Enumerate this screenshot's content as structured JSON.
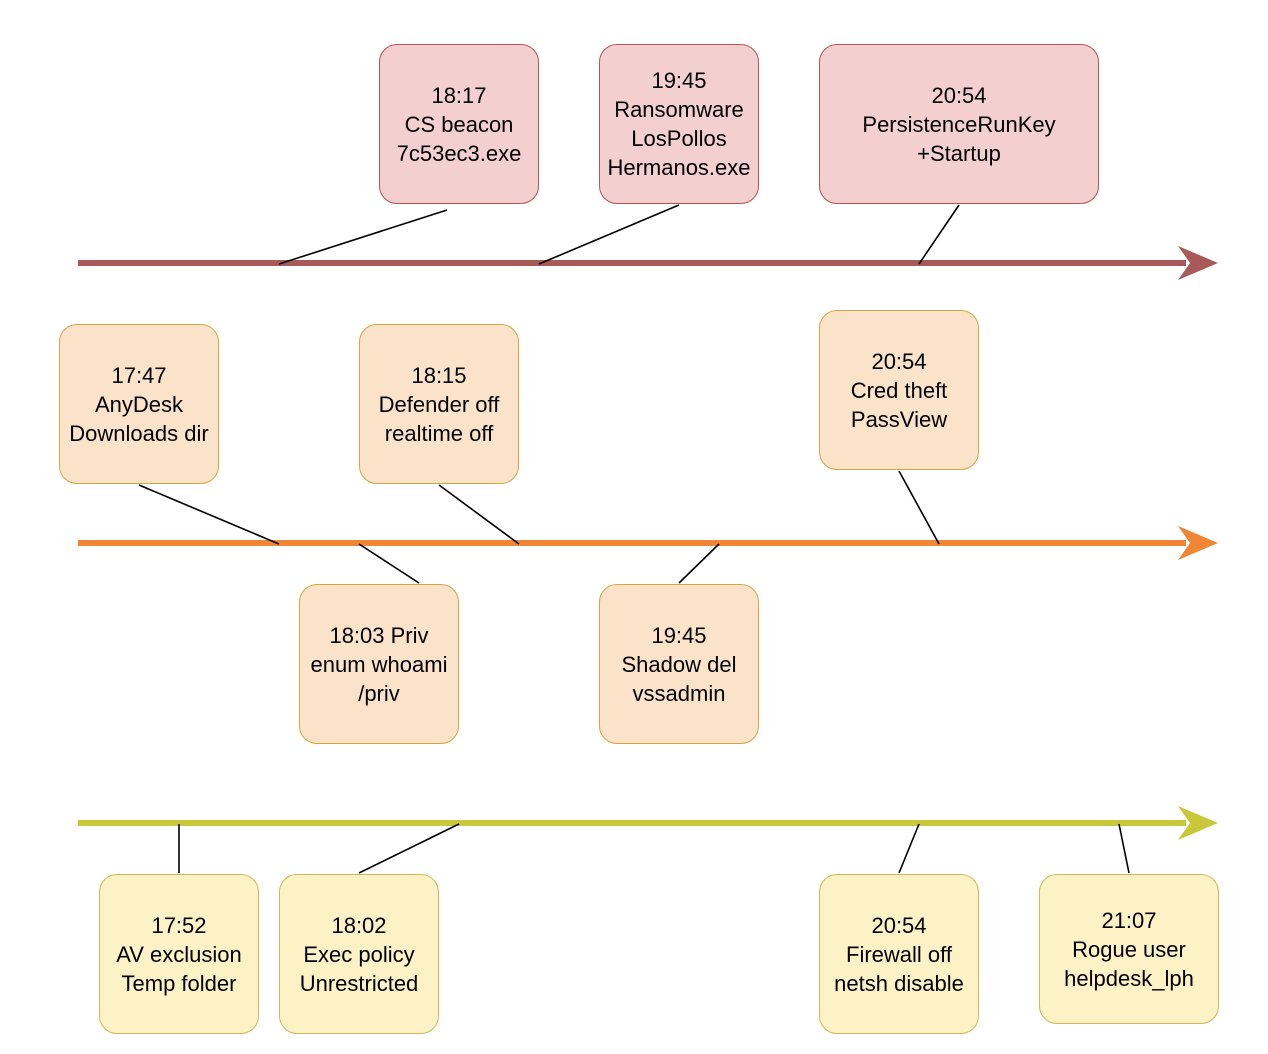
{
  "colors": {
    "connector": "#000000",
    "ransomware_lane": "#a85a58",
    "ransomware_fill": "#f3cfcf",
    "ransomware_border": "#b85450",
    "intrusion_lane": "#f08535",
    "intrusion_fill": "#fbe3c9",
    "intrusion_border": "#d6a541",
    "defense_lane": "#c8c83a",
    "defense_fill": "#fdf1c6",
    "defense_border": "#d6b656"
  },
  "lanes": [
    {
      "id": "ransomware",
      "events": [
        {
          "id": "cs-beacon",
          "lines": [
            "18:17",
            "CS beacon",
            "7c53ec3.exe"
          ]
        },
        {
          "id": "ransomware",
          "lines": [
            "19:45",
            "Ransomware",
            "LosPollos",
            "Hermanos.exe"
          ]
        },
        {
          "id": "persistence",
          "lines": [
            "20:54",
            "PersistenceRunKey",
            "+Startup"
          ]
        }
      ]
    },
    {
      "id": "intrusion",
      "events": [
        {
          "id": "anydesk",
          "lines": [
            "17:47",
            "AnyDesk",
            "Downloads dir"
          ]
        },
        {
          "id": "defender-off",
          "lines": [
            "18:15",
            "Defender off",
            "realtime off"
          ]
        },
        {
          "id": "cred-theft",
          "lines": [
            "20:54",
            "Cred theft",
            "PassView"
          ]
        },
        {
          "id": "priv-enum",
          "lines": [
            "18:03 Priv",
            "enum whoami",
            "/priv"
          ]
        },
        {
          "id": "shadow-del",
          "lines": [
            "19:45",
            "Shadow del",
            "vssadmin"
          ]
        }
      ]
    },
    {
      "id": "defense",
      "events": [
        {
          "id": "av-exclusion",
          "lines": [
            "17:52",
            "AV exclusion",
            "Temp folder"
          ]
        },
        {
          "id": "exec-policy",
          "lines": [
            "18:02",
            "Exec policy",
            "Unrestricted"
          ]
        },
        {
          "id": "firewall-off",
          "lines": [
            "20:54",
            "Firewall off",
            "netsh disable"
          ]
        },
        {
          "id": "rogue-user",
          "lines": [
            "21:07",
            "Rogue user",
            "helpdesk_lph"
          ]
        }
      ]
    }
  ]
}
